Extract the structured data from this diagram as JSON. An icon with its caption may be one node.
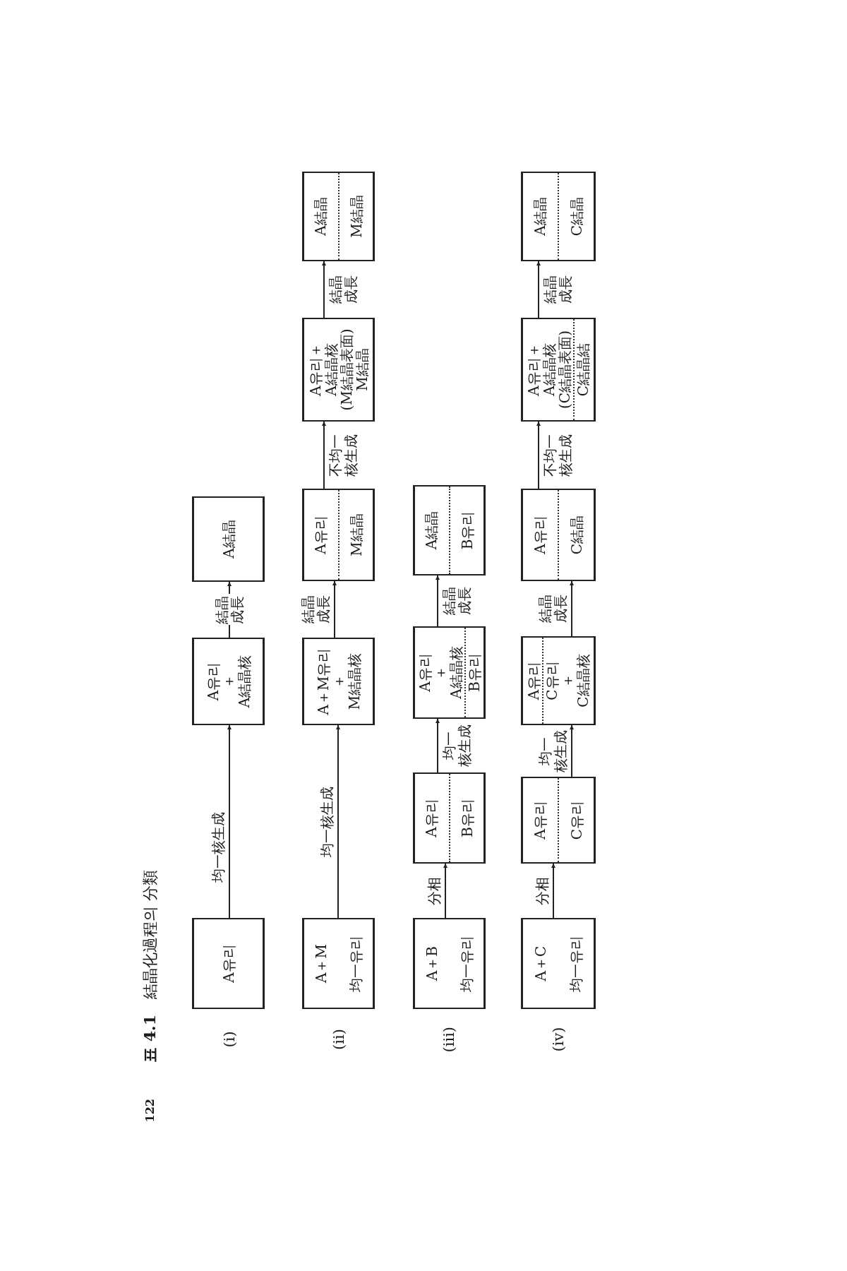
{
  "diagram": {
    "title": "**표 4.1**　結晶化過程의 分類",
    "nodes": [
      {
        "text": [
          "A유리"
        ]
      },
      {
        "text": [
          "A유리",
          "＋",
          "A結晶核"
        ]
      },
      {
        "text": [
          "A結晶"
        ]
      },
      {
        "text": [
          "A＋M",
          "均一유리"
        ]
      },
      {
        "text": [
          "A＋M유리",
          "＋",
          "M結晶核"
        ]
      },
      {
        "text": [
          "A유리",
          "M結晶"
        ]
      },
      {
        "text": [
          "A유리＋",
          "A結晶核",
          "(M結晶表面)",
          "M結晶"
        ]
      },
      {
        "text": [
          "A結晶",
          "M結晶"
        ]
      },
      {
        "text": [
          "A＋B",
          "均一유리"
        ]
      },
      {
        "text": [
          "A유리",
          "B유리"
        ]
      },
      {
        "text": [
          "A유리",
          "＋",
          "A結晶核",
          "B유리"
        ]
      },
      {
        "text": [
          "A結晶",
          "B유리"
        ]
      },
      {
        "text": [
          "A＋C",
          "均一유리"
        ]
      },
      {
        "text": [
          "A유리",
          "C유리"
        ]
      },
      {
        "text": [
          "A유리",
          "C유리",
          "＋",
          "C結晶核"
        ]
      },
      {
        "text": [
          "A유리",
          "C結晶"
        ]
      },
      {
        "text": [
          "A유리＋",
          "A結晶核",
          "(C結晶表面)",
          "C結晶結"
        ]
      },
      {
        "text": [
          "A結晶",
          "C結晶"
        ]
      }
    ],
    "edges": [
      {
        "from": 0,
        "to": 1,
        "arrow": "to",
        "label": "均一核生成"
      },
      {
        "from": 1,
        "to": 2,
        "arrow": "to",
        "label": "結晶成長"
      },
      {
        "from": 3,
        "to": 4,
        "arrow": "to",
        "label": "均一核生成"
      },
      {
        "from": 4,
        "to": 5,
        "arrow": "to",
        "label": "結晶成長"
      },
      {
        "from": 5,
        "to": 6,
        "arrow": "to",
        "label": "不均一核生成"
      },
      {
        "from": 6,
        "to": 7,
        "arrow": "to",
        "label": "結晶成長"
      },
      {
        "from": 8,
        "to": 9,
        "arrow": "to",
        "label": "分相"
      },
      {
        "from": 9,
        "to": 10,
        "arrow": "to",
        "label": "均一核生成"
      },
      {
        "from": 10,
        "to": 11,
        "arrow": "to",
        "label": "結晶成長"
      },
      {
        "from": 12,
        "to": 13,
        "arrow": "to",
        "label": "分相"
      },
      {
        "from": 13,
        "to": 14,
        "arrow": "to",
        "label": "均一核生成"
      },
      {
        "from": 14,
        "to": 15,
        "arrow": "to",
        "label": "結晶成長"
      },
      {
        "from": 15,
        "to": 16,
        "arrow": "to",
        "label": "不均一核生成"
      },
      {
        "from": 16,
        "to": 17,
        "arrow": "to",
        "label": "結晶成長"
      }
    ],
    "labels": [
      "(i)",
      "(ii)",
      "(iii)",
      "(iv)",
      "122"
    ]
  }
}
